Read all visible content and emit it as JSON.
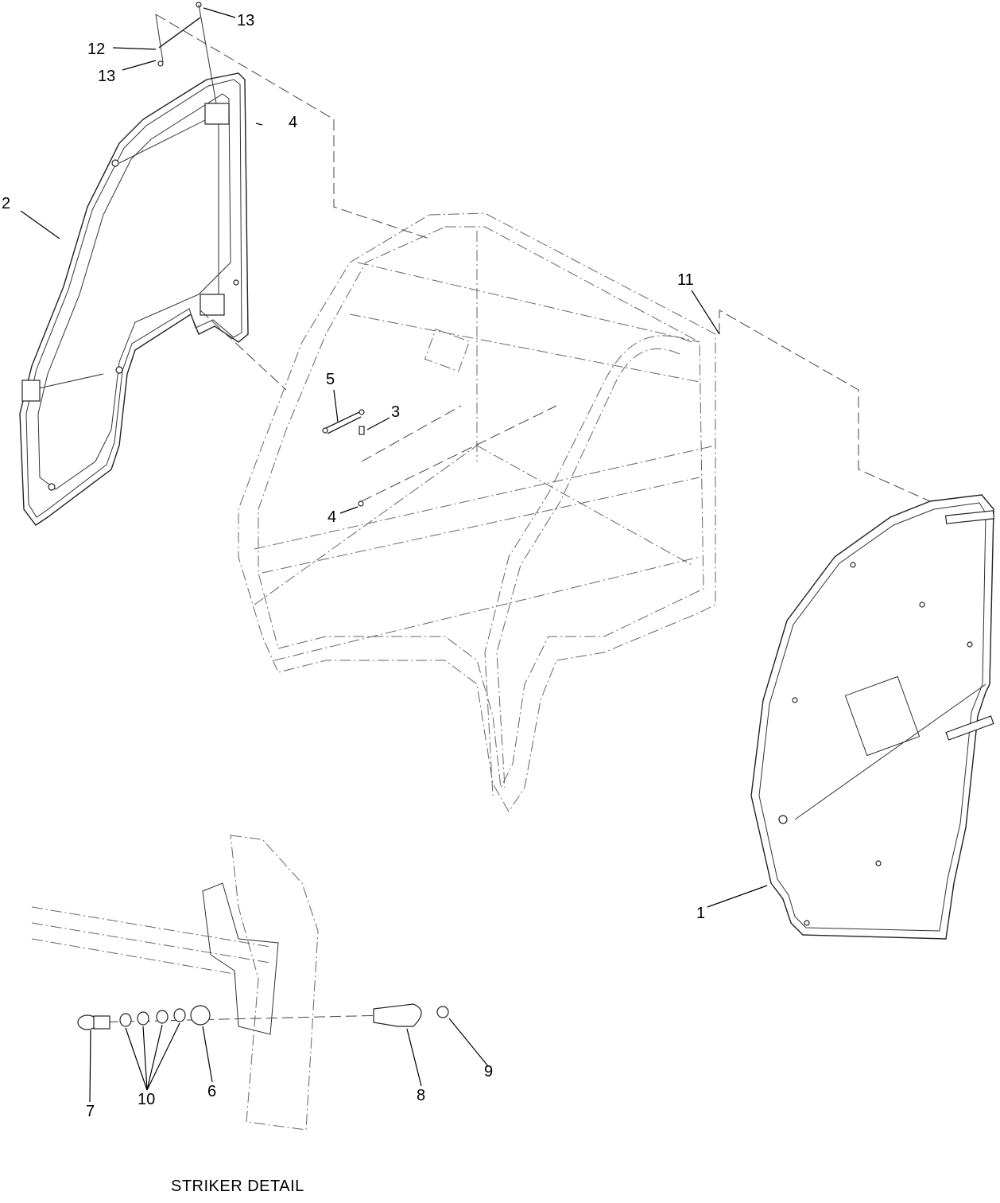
{
  "diagram": {
    "type": "exploded-parts-diagram",
    "subject": "Cab frame with left and right doors",
    "callouts": [
      {
        "id": "c1",
        "label": "1",
        "part": "right door panel"
      },
      {
        "id": "c2",
        "label": "2",
        "part": "left door frame"
      },
      {
        "id": "c3",
        "label": "3",
        "part": "gas strut fitting"
      },
      {
        "id": "c4a",
        "label": "4",
        "part": "ball stud (door)"
      },
      {
        "id": "c4b",
        "label": "4",
        "part": "ball stud (frame)"
      },
      {
        "id": "c5",
        "label": "5",
        "part": "gas strut"
      },
      {
        "id": "c6",
        "label": "6",
        "part": "washer"
      },
      {
        "id": "c7",
        "label": "7",
        "part": "striker pin"
      },
      {
        "id": "c8",
        "label": "8",
        "part": "striker plate"
      },
      {
        "id": "c9",
        "label": "9",
        "part": "nut"
      },
      {
        "id": "c10",
        "label": "10",
        "part": "shim washers"
      },
      {
        "id": "c11",
        "label": "11",
        "part": "fastener"
      },
      {
        "id": "c12",
        "label": "12",
        "part": "check rod"
      },
      {
        "id": "c13a",
        "label": "13",
        "part": "fastener (top)"
      },
      {
        "id": "c13b",
        "label": "13",
        "part": "fastener (bottom)"
      }
    ],
    "caption": "STRIKER DETAIL"
  }
}
